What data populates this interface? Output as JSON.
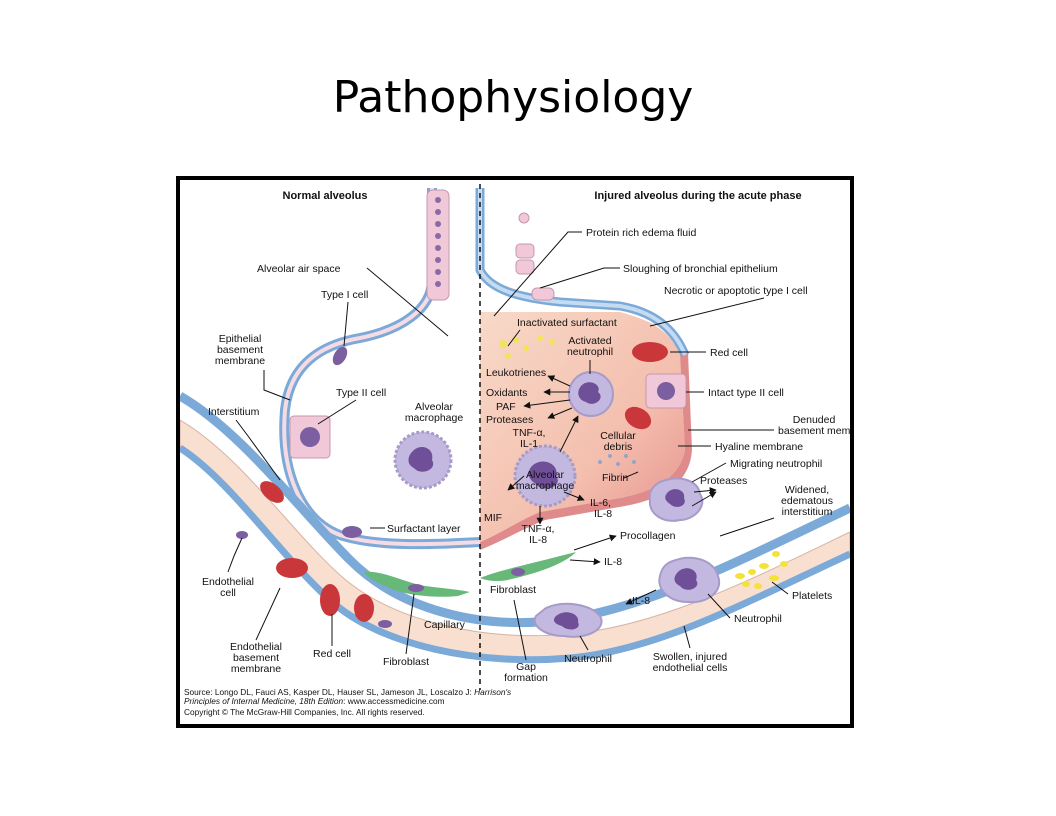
{
  "slide": {
    "title": "Pathophysiology"
  },
  "figure": {
    "headers": {
      "left": "Normal alveolus",
      "right": "Injured alveolus during the acute phase"
    },
    "left_labels": {
      "alveolar_air_space": "Alveolar air space",
      "type_i_cell": "Type I cell",
      "epithelial_bm_1": "Epithelial",
      "epithelial_bm_2": "basement",
      "epithelial_bm_3": "membrane",
      "type_ii_cell": "Type II cell",
      "alveolar_macrophage_1": "Alveolar",
      "alveolar_macrophage_2": "macrophage",
      "interstitium": "Interstitium",
      "surfactant_layer": "Surfactant layer",
      "endothelial_cell_1": "Endothelial",
      "endothelial_cell_2": "cell",
      "capillary": "Capillary",
      "endothelial_bm_1": "Endothelial",
      "endothelial_bm_2": "basement",
      "endothelial_bm_3": "membrane",
      "red_cell": "Red cell",
      "fibroblast": "Fibroblast",
      "gap_formation_1": "Gap",
      "gap_formation_2": "formation"
    },
    "right_labels": {
      "protein_rich_edema": "Protein rich edema fluid",
      "sloughing": "Sloughing of bronchial epithelium",
      "necrotic_type_i": "Necrotic or apoptotic type I cell",
      "inactivated_surfactant": "Inactivated surfactant",
      "activated_neutrophil_1": "Activated",
      "activated_neutrophil_2": "neutrophil",
      "red_cell": "Red cell",
      "leukotrienes": "Leukotrienes",
      "oxidants": "Oxidants",
      "paf": "PAF",
      "proteases": "Proteases",
      "intact_type_ii": "Intact type II cell",
      "denuded_bm_1": "Denuded",
      "denuded_bm_2": "basement membrane",
      "tnf_il1_1": "TNF-α,",
      "tnf_il1_2": "IL-1",
      "cellular_debris_1": "Cellular",
      "cellular_debris_2": "debris",
      "hyaline_membrane": "Hyaline membrane",
      "alveolar_macrophage_1": "Alveolar",
      "alveolar_macrophage_2": "macrophage",
      "fibrin": "Fibrin",
      "migrating_neutrophil": "Migrating neutrophil",
      "proteases_2": "Proteases",
      "widened_1": "Widened,",
      "widened_2": "edematous",
      "widened_3": "interstitium",
      "il6_1": "IL-6,",
      "il6_2": "IL-8",
      "mif": "MIF",
      "tnf_il8_1": "TNF-α,",
      "tnf_il8_2": "IL-8",
      "procollagen": "Procollagen",
      "il8_a": "IL-8",
      "fibroblast": "Fibroblast",
      "il8_b": "IL-8",
      "platelets": "Platelets",
      "neutrophil_a": "Neutrophil",
      "neutrophil_b": "Neutrophil",
      "swollen_1": "Swollen, injured",
      "swollen_2": "endothelial cells"
    },
    "credit": {
      "line1_a": "Source: Longo DL, Fauci AS, Kasper DL, Hauser SL, Jameson JL, Loscalzo J: ",
      "line1_b": "Harrison's",
      "line2_a": "Principles of Internal Medicine, 18th Edition",
      "line2_b": ": www.accessmedicine.com",
      "line3": "Copyright © The McGraw-Hill Companies, Inc. All rights reserved."
    }
  },
  "colors": {
    "epithelium_blue": "#6f9fd3",
    "cell_pink": "#f1c8d8",
    "nucleus_purple": "#7b5fa0",
    "red_cell": "#c9373a",
    "edema_pink": "#f6c9b8",
    "hyaline_red": "#e28f8f",
    "capillary_pink": "#f9dfd0",
    "fibroblast_green": "#68b879",
    "macrophage_lilac": "#c3b8df",
    "platelet_yellow": "#f3e23a",
    "surfactant_yellow": "#f2e35d"
  }
}
